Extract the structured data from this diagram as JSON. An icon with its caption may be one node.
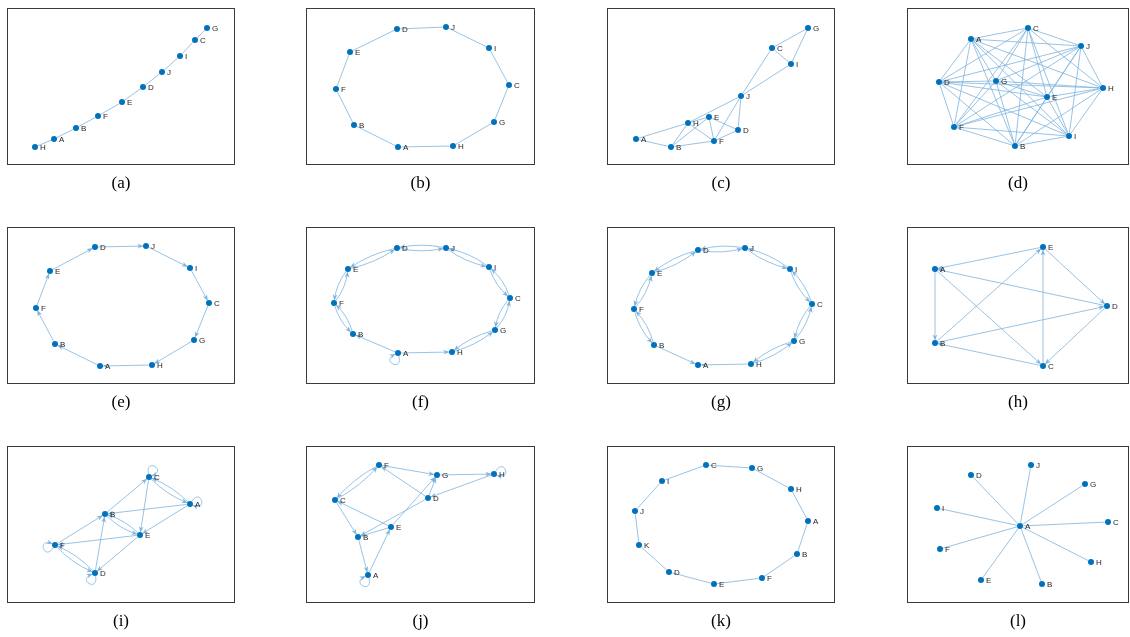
{
  "diagram": {
    "nodes": [
      {
        "text": [
          "(a)"
        ]
      },
      {
        "text": [
          "H"
        ],
        "in": 0
      },
      {
        "text": [
          "A"
        ],
        "in": 0
      },
      {
        "text": [
          "B"
        ],
        "in": 0
      },
      {
        "text": [
          "F"
        ],
        "in": 0
      },
      {
        "text": [
          "E"
        ],
        "in": 0
      },
      {
        "text": [
          "D"
        ],
        "in": 0
      },
      {
        "text": [
          "J"
        ],
        "in": 0
      },
      {
        "text": [
          "I"
        ],
        "in": 0
      },
      {
        "text": [
          "C"
        ],
        "in": 0
      },
      {
        "text": [
          "G"
        ],
        "in": 0
      },
      {
        "text": [
          "(b)"
        ]
      },
      {
        "text": [
          "D"
        ],
        "in": 11
      },
      {
        "text": [
          "J"
        ],
        "in": 11
      },
      {
        "text": [
          "I"
        ],
        "in": 11
      },
      {
        "text": [
          "C"
        ],
        "in": 11
      },
      {
        "text": [
          "G"
        ],
        "in": 11
      },
      {
        "text": [
          "H"
        ],
        "in": 11
      },
      {
        "text": [
          "A"
        ],
        "in": 11
      },
      {
        "text": [
          "B"
        ],
        "in": 11
      },
      {
        "text": [
          "F"
        ],
        "in": 11
      },
      {
        "text": [
          "E"
        ],
        "in": 11
      },
      {
        "text": [
          "(c)"
        ]
      },
      {
        "text": [
          "G"
        ],
        "in": 22
      },
      {
        "text": [
          "C"
        ],
        "in": 22
      },
      {
        "text": [
          "I"
        ],
        "in": 22
      },
      {
        "text": [
          "J"
        ],
        "in": 22
      },
      {
        "text": [
          "H"
        ],
        "in": 22
      },
      {
        "text": [
          "E"
        ],
        "in": 22
      },
      {
        "text": [
          "D"
        ],
        "in": 22
      },
      {
        "text": [
          "A"
        ],
        "in": 22
      },
      {
        "text": [
          "B"
        ],
        "in": 22
      },
      {
        "text": [
          "F"
        ],
        "in": 22
      },
      {
        "text": [
          "(d)"
        ]
      },
      {
        "text": [
          "C"
        ],
        "in": 33
      },
      {
        "text": [
          "A"
        ],
        "in": 33
      },
      {
        "text": [
          "J"
        ],
        "in": 33
      },
      {
        "text": [
          "D"
        ],
        "in": 33
      },
      {
        "text": [
          "G"
        ],
        "in": 33
      },
      {
        "text": [
          "H"
        ],
        "in": 33
      },
      {
        "text": [
          "E"
        ],
        "in": 33
      },
      {
        "text": [
          "F"
        ],
        "in": 33
      },
      {
        "text": [
          "I"
        ],
        "in": 33
      },
      {
        "text": [
          "B"
        ],
        "in": 33
      },
      {
        "text": [
          "(e)"
        ]
      },
      {
        "text": [
          "D"
        ],
        "in": 44
      },
      {
        "text": [
          "J"
        ],
        "in": 44
      },
      {
        "text": [
          "I"
        ],
        "in": 44
      },
      {
        "text": [
          "C"
        ],
        "in": 44
      },
      {
        "text": [
          "G"
        ],
        "in": 44
      },
      {
        "text": [
          "H"
        ],
        "in": 44
      },
      {
        "text": [
          "A"
        ],
        "in": 44
      },
      {
        "text": [
          "B"
        ],
        "in": 44
      },
      {
        "text": [
          "F"
        ],
        "in": 44
      },
      {
        "text": [
          "E"
        ],
        "in": 44
      },
      {
        "text": [
          "(f)"
        ]
      },
      {
        "text": [
          "D"
        ],
        "in": 55
      },
      {
        "text": [
          "J"
        ],
        "in": 55
      },
      {
        "text": [
          "I"
        ],
        "in": 55
      },
      {
        "text": [
          "C"
        ],
        "in": 55
      },
      {
        "text": [
          "G"
        ],
        "in": 55
      },
      {
        "text": [
          "H"
        ],
        "in": 55
      },
      {
        "text": [
          "A"
        ],
        "in": 55
      },
      {
        "text": [
          "B"
        ],
        "in": 55
      },
      {
        "text": [
          "F"
        ],
        "in": 55
      },
      {
        "text": [
          "E"
        ],
        "in": 55
      },
      {
        "text": [
          "(g)"
        ]
      },
      {
        "text": [
          "D"
        ],
        "in": 66
      },
      {
        "text": [
          "J"
        ],
        "in": 66
      },
      {
        "text": [
          "I"
        ],
        "in": 66
      },
      {
        "text": [
          "C"
        ],
        "in": 66
      },
      {
        "text": [
          "G"
        ],
        "in": 66
      },
      {
        "text": [
          "H"
        ],
        "in": 66
      },
      {
        "text": [
          "A"
        ],
        "in": 66
      },
      {
        "text": [
          "B"
        ],
        "in": 66
      },
      {
        "text": [
          "F"
        ],
        "in": 66
      },
      {
        "text": [
          "E"
        ],
        "in": 66
      },
      {
        "text": [
          "(h)"
        ]
      },
      {
        "text": [
          "E"
        ],
        "in": 77
      },
      {
        "text": [
          "A"
        ],
        "in": 77
      },
      {
        "text": [
          "D"
        ],
        "in": 77
      },
      {
        "text": [
          "B"
        ],
        "in": 77
      },
      {
        "text": [
          "C"
        ],
        "in": 77
      },
      {
        "text": [
          "(i)"
        ]
      },
      {
        "text": [
          "C"
        ],
        "in": 83
      },
      {
        "text": [
          "A"
        ],
        "in": 83
      },
      {
        "text": [
          "B"
        ],
        "in": 83
      },
      {
        "text": [
          "E"
        ],
        "in": 83
      },
      {
        "text": [
          "F"
        ],
        "in": 83
      },
      {
        "text": [
          "D"
        ],
        "in": 83
      },
      {
        "text": [
          "(j)"
        ]
      },
      {
        "text": [
          "F"
        ],
        "in": 90
      },
      {
        "text": [
          "G"
        ],
        "in": 90
      },
      {
        "text": [
          "H"
        ],
        "in": 90
      },
      {
        "text": [
          "C"
        ],
        "in": 90
      },
      {
        "text": [
          "D"
        ],
        "in": 90
      },
      {
        "text": [
          "E"
        ],
        "in": 90
      },
      {
        "text": [
          "B"
        ],
        "in": 90
      },
      {
        "text": [
          "A"
        ],
        "in": 90
      },
      {
        "text": [
          "(k)"
        ]
      },
      {
        "text": [
          "C"
        ],
        "in": 99
      },
      {
        "text": [
          "G"
        ],
        "in": 99
      },
      {
        "text": [
          "H"
        ],
        "in": 99
      },
      {
        "text": [
          "A"
        ],
        "in": 99
      },
      {
        "text": [
          "B"
        ],
        "in": 99
      },
      {
        "text": [
          "F"
        ],
        "in": 99
      },
      {
        "text": [
          "E"
        ],
        "in": 99
      },
      {
        "text": [
          "D"
        ],
        "in": 99
      },
      {
        "text": [
          "K"
        ],
        "in": 99
      },
      {
        "text": [
          "J"
        ],
        "in": 99
      },
      {
        "text": [
          "I"
        ],
        "in": 99
      },
      {
        "text": [
          "(l)"
        ]
      },
      {
        "text": [
          "J"
        ],
        "in": 111
      },
      {
        "text": [
          "D"
        ],
        "in": 111
      },
      {
        "text": [
          "G"
        ],
        "in": 111
      },
      {
        "text": [
          "I"
        ],
        "in": 111
      },
      {
        "text": [
          "C"
        ],
        "in": 111
      },
      {
        "text": [
          "F"
        ],
        "in": 111
      },
      {
        "text": [
          "H"
        ],
        "in": 111
      },
      {
        "text": [
          "E"
        ],
        "in": 111
      },
      {
        "text": [
          "B"
        ],
        "in": 111
      },
      {
        "text": [
          "A"
        ],
        "in": 111
      }
    ],
    "edges": [
      {
        "from": 1,
        "to": 2,
        "arrow": "none"
      },
      {
        "from": 2,
        "to": 3,
        "arrow": "none"
      },
      {
        "from": 3,
        "to": 4,
        "arrow": "none"
      },
      {
        "from": 4,
        "to": 5,
        "arrow": "none"
      },
      {
        "from": 5,
        "to": 6,
        "arrow": "none"
      },
      {
        "from": 6,
        "to": 7,
        "arrow": "none"
      },
      {
        "from": 7,
        "to": 8,
        "arrow": "none"
      },
      {
        "from": 8,
        "to": 9,
        "arrow": "none"
      },
      {
        "from": 9,
        "to": 10,
        "arrow": "none"
      },
      {
        "from": 12,
        "to": 13,
        "arrow": "none"
      },
      {
        "from": 13,
        "to": 14,
        "arrow": "none"
      },
      {
        "from": 14,
        "to": 15,
        "arrow": "none"
      },
      {
        "from": 15,
        "to": 16,
        "arrow": "none"
      },
      {
        "from": 16,
        "to": 17,
        "arrow": "none"
      },
      {
        "from": 17,
        "to": 18,
        "arrow": "none"
      },
      {
        "from": 18,
        "to": 19,
        "arrow": "none"
      },
      {
        "from": 19,
        "to": 20,
        "arrow": "none"
      },
      {
        "from": 20,
        "to": 21,
        "arrow": "none"
      },
      {
        "from": 21,
        "to": 12,
        "arrow": "none"
      },
      {
        "from": 30,
        "to": 27,
        "arrow": "none"
      },
      {
        "from": 30,
        "to": 31,
        "arrow": "none"
      },
      {
        "from": 31,
        "to": 27,
        "arrow": "none"
      },
      {
        "from": 31,
        "to": 32,
        "arrow": "none"
      },
      {
        "from": 31,
        "to": 28,
        "arrow": "none"
      },
      {
        "from": 27,
        "to": 28,
        "arrow": "none"
      },
      {
        "from": 27,
        "to": 32,
        "arrow": "none"
      },
      {
        "from": 28,
        "to": 32,
        "arrow": "none"
      },
      {
        "from": 28,
        "to": 29,
        "arrow": "none"
      },
      {
        "from": 32,
        "to": 29,
        "arrow": "none"
      },
      {
        "from": 26,
        "to": 27,
        "arrow": "none"
      },
      {
        "from": 26,
        "to": 32,
        "arrow": "none"
      },
      {
        "from": 26,
        "to": 29,
        "arrow": "none"
      },
      {
        "from": 26,
        "to": 24,
        "arrow": "none"
      },
      {
        "from": 26,
        "to": 25,
        "arrow": "none"
      },
      {
        "from": 24,
        "to": 25,
        "arrow": "none"
      },
      {
        "from": 24,
        "to": 23,
        "arrow": "none"
      },
      {
        "from": 25,
        "to": 23,
        "arrow": "none"
      },
      {
        "from": 34,
        "to": 35,
        "arrow": "none"
      },
      {
        "from": 34,
        "to": 36,
        "arrow": "none"
      },
      {
        "from": 34,
        "to": 37,
        "arrow": "none"
      },
      {
        "from": 34,
        "to": 38,
        "arrow": "none"
      },
      {
        "from": 34,
        "to": 39,
        "arrow": "none"
      },
      {
        "from": 34,
        "to": 40,
        "arrow": "none"
      },
      {
        "from": 34,
        "to": 41,
        "arrow": "none"
      },
      {
        "from": 34,
        "to": 42,
        "arrow": "none"
      },
      {
        "from": 34,
        "to": 43,
        "arrow": "none"
      },
      {
        "from": 35,
        "to": 36,
        "arrow": "none"
      },
      {
        "from": 35,
        "to": 37,
        "arrow": "none"
      },
      {
        "from": 35,
        "to": 38,
        "arrow": "none"
      },
      {
        "from": 35,
        "to": 39,
        "arrow": "none"
      },
      {
        "from": 35,
        "to": 40,
        "arrow": "none"
      },
      {
        "from": 35,
        "to": 41,
        "arrow": "none"
      },
      {
        "from": 35,
        "to": 42,
        "arrow": "none"
      },
      {
        "from": 35,
        "to": 43,
        "arrow": "none"
      },
      {
        "from": 36,
        "to": 37,
        "arrow": "none"
      },
      {
        "from": 36,
        "to": 38,
        "arrow": "none"
      },
      {
        "from": 36,
        "to": 39,
        "arrow": "none"
      },
      {
        "from": 36,
        "to": 40,
        "arrow": "none"
      },
      {
        "from": 36,
        "to": 41,
        "arrow": "none"
      },
      {
        "from": 36,
        "to": 42,
        "arrow": "none"
      },
      {
        "from": 36,
        "to": 43,
        "arrow": "none"
      },
      {
        "from": 37,
        "to": 38,
        "arrow": "none"
      },
      {
        "from": 37,
        "to": 39,
        "arrow": "none"
      },
      {
        "from": 37,
        "to": 40,
        "arrow": "none"
      },
      {
        "from": 37,
        "to": 41,
        "arrow": "none"
      },
      {
        "from": 37,
        "to": 42,
        "arrow": "none"
      },
      {
        "from": 37,
        "to": 43,
        "arrow": "none"
      },
      {
        "from": 38,
        "to": 39,
        "arrow": "none"
      },
      {
        "from": 38,
        "to": 40,
        "arrow": "none"
      },
      {
        "from": 38,
        "to": 41,
        "arrow": "none"
      },
      {
        "from": 38,
        "to": 42,
        "arrow": "none"
      },
      {
        "from": 38,
        "to": 43,
        "arrow": "none"
      },
      {
        "from": 39,
        "to": 40,
        "arrow": "none"
      },
      {
        "from": 39,
        "to": 41,
        "arrow": "none"
      },
      {
        "from": 39,
        "to": 42,
        "arrow": "none"
      },
      {
        "from": 39,
        "to": 43,
        "arrow": "none"
      },
      {
        "from": 40,
        "to": 41,
        "arrow": "none"
      },
      {
        "from": 40,
        "to": 42,
        "arrow": "none"
      },
      {
        "from": 40,
        "to": 43,
        "arrow": "none"
      },
      {
        "from": 41,
        "to": 42,
        "arrow": "none"
      },
      {
        "from": 41,
        "to": 43,
        "arrow": "none"
      },
      {
        "from": 42,
        "to": 43,
        "arrow": "none"
      },
      {
        "from": 45,
        "to": 46,
        "arrow": "to"
      },
      {
        "from": 46,
        "to": 47,
        "arrow": "to"
      },
      {
        "from": 47,
        "to": 48,
        "arrow": "to"
      },
      {
        "from": 48,
        "to": 49,
        "arrow": "to"
      },
      {
        "from": 49,
        "to": 50,
        "arrow": "to"
      },
      {
        "from": 50,
        "to": 51,
        "arrow": "to"
      },
      {
        "from": 51,
        "to": 52,
        "arrow": "to"
      },
      {
        "from": 52,
        "to": 53,
        "arrow": "to"
      },
      {
        "from": 53,
        "to": 54,
        "arrow": "to"
      },
      {
        "from": 54,
        "to": 45,
        "arrow": "to"
      },
      {
        "from": 56,
        "to": 57,
        "arrow": "to"
      },
      {
        "from": 57,
        "to": 56,
        "arrow": "to"
      },
      {
        "from": 57,
        "to": 58,
        "arrow": "to"
      },
      {
        "from": 58,
        "to": 57,
        "arrow": "to"
      },
      {
        "from": 58,
        "to": 59,
        "arrow": "to"
      },
      {
        "from": 59,
        "to": 58,
        "arrow": "to"
      },
      {
        "from": 59,
        "to": 60,
        "arrow": "to"
      },
      {
        "from": 60,
        "to": 59,
        "arrow": "to"
      },
      {
        "from": 60,
        "to": 61,
        "arrow": "to"
      },
      {
        "from": 61,
        "to": 60,
        "arrow": "to"
      },
      {
        "from": 65,
        "to": 56,
        "arrow": "to"
      },
      {
        "from": 56,
        "to": 65,
        "arrow": "to"
      },
      {
        "from": 64,
        "to": 65,
        "arrow": "to"
      },
      {
        "from": 65,
        "to": 64,
        "arrow": "to"
      },
      {
        "from": 63,
        "to": 64,
        "arrow": "to"
      },
      {
        "from": 64,
        "to": 63,
        "arrow": "to"
      },
      {
        "from": 62,
        "to": 61,
        "arrow": "to"
      },
      {
        "from": 62,
        "to": 63,
        "arrow": "to"
      },
      {
        "from": 62,
        "to": 62,
        "arrow": "to"
      },
      {
        "from": 67,
        "to": 68,
        "arrow": "to"
      },
      {
        "from": 68,
        "to": 67,
        "arrow": "to"
      },
      {
        "from": 68,
        "to": 69,
        "arrow": "to"
      },
      {
        "from": 69,
        "to": 68,
        "arrow": "to"
      },
      {
        "from": 69,
        "to": 70,
        "arrow": "to"
      },
      {
        "from": 70,
        "to": 69,
        "arrow": "to"
      },
      {
        "from": 70,
        "to": 71,
        "arrow": "to"
      },
      {
        "from": 71,
        "to": 70,
        "arrow": "to"
      },
      {
        "from": 71,
        "to": 72,
        "arrow": "to"
      },
      {
        "from": 72,
        "to": 71,
        "arrow": "to"
      },
      {
        "from": 76,
        "to": 67,
        "arrow": "to"
      },
      {
        "from": 67,
        "to": 76,
        "arrow": "to"
      },
      {
        "from": 75,
        "to": 76,
        "arrow": "to"
      },
      {
        "from": 76,
        "to": 75,
        "arrow": "to"
      },
      {
        "from": 75,
        "to": 74,
        "arrow": "to"
      },
      {
        "from": 74,
        "to": 75,
        "arrow": "to"
      },
      {
        "from": 72,
        "to": 73,
        "arrow": "to"
      },
      {
        "from": 74,
        "to": 73,
        "arrow": "to"
      },
      {
        "from": 78,
        "to": 79,
        "arrow": "to"
      },
      {
        "from": 78,
        "to": 80,
        "arrow": "to"
      },
      {
        "from": 80,
        "to": 79,
        "arrow": "to"
      },
      {
        "from": 79,
        "to": 81,
        "arrow": "to"
      },
      {
        "from": 79,
        "to": 82,
        "arrow": "to"
      },
      {
        "from": 81,
        "to": 78,
        "arrow": "to"
      },
      {
        "from": 81,
        "to": 80,
        "arrow": "to"
      },
      {
        "from": 82,
        "to": 81,
        "arrow": "to"
      },
      {
        "from": 82,
        "to": 78,
        "arrow": "to"
      },
      {
        "from": 80,
        "to": 82,
        "arrow": "to"
      },
      {
        "from": 84,
        "to": 84,
        "arrow": "to"
      },
      {
        "from": 85,
        "to": 85,
        "arrow": "to"
      },
      {
        "from": 88,
        "to": 88,
        "arrow": "to"
      },
      {
        "from": 89,
        "to": 89,
        "arrow": "to"
      },
      {
        "from": 86,
        "to": 84,
        "arrow": "to"
      },
      {
        "from": 84,
        "to": 85,
        "arrow": "to"
      },
      {
        "from": 85,
        "to": 84,
        "arrow": "to"
      },
      {
        "from": 84,
        "to": 87,
        "arrow": "to"
      },
      {
        "from": 85,
        "to": 86,
        "arrow": "to"
      },
      {
        "from": 87,
        "to": 86,
        "arrow": "to"
      },
      {
        "from": 86,
        "to": 87,
        "arrow": "to"
      },
      {
        "from": 85,
        "to": 87,
        "arrow": "to"
      },
      {
        "from": 88,
        "to": 86,
        "arrow": "to"
      },
      {
        "from": 87,
        "to": 88,
        "arrow": "to"
      },
      {
        "from": 89,
        "to": 86,
        "arrow": "to"
      },
      {
        "from": 87,
        "to": 89,
        "arrow": "to"
      },
      {
        "from": 88,
        "to": 89,
        "arrow": "to"
      },
      {
        "from": 89,
        "to": 88,
        "arrow": "to"
      },
      {
        "from": 91,
        "to": 92,
        "arrow": "to"
      },
      {
        "from": 92,
        "to": 93,
        "arrow": "to"
      },
      {
        "from": 93,
        "to": 95,
        "arrow": "to"
      },
      {
        "from": 95,
        "to": 91,
        "arrow": "to"
      },
      {
        "from": 91,
        "to": 94,
        "arrow": "to"
      },
      {
        "from": 94,
        "to": 91,
        "arrow": "to"
      },
      {
        "from": 94,
        "to": 97,
        "arrow": "to"
      },
      {
        "from": 96,
        "to": 94,
        "arrow": "to"
      },
      {
        "from": 97,
        "to": 98,
        "arrow": "to"
      },
      {
        "from": 98,
        "to": 96,
        "arrow": "to"
      },
      {
        "from": 95,
        "to": 97,
        "arrow": "to"
      },
      {
        "from": 96,
        "to": 92,
        "arrow": "to"
      },
      {
        "from": 95,
        "to": 92,
        "arrow": "to"
      },
      {
        "from": 96,
        "to": 97,
        "arrow": "to"
      },
      {
        "from": 93,
        "to": 93,
        "arrow": "to"
      },
      {
        "from": 98,
        "to": 98,
        "arrow": "to"
      },
      {
        "from": 100,
        "to": 101,
        "arrow": "none"
      },
      {
        "from": 101,
        "to": 102,
        "arrow": "none"
      },
      {
        "from": 102,
        "to": 103,
        "arrow": "none"
      },
      {
        "from": 103,
        "to": 104,
        "arrow": "none"
      },
      {
        "from": 104,
        "to": 105,
        "arrow": "none"
      },
      {
        "from": 105,
        "to": 106,
        "arrow": "none"
      },
      {
        "from": 106,
        "to": 107,
        "arrow": "none"
      },
      {
        "from": 107,
        "to": 108,
        "arrow": "none"
      },
      {
        "from": 108,
        "to": 109,
        "arrow": "none"
      },
      {
        "from": 109,
        "to": 110,
        "arrow": "none"
      },
      {
        "from": 110,
        "to": 100,
        "arrow": "none"
      },
      {
        "from": 121,
        "to": 112,
        "arrow": "none"
      },
      {
        "from": 121,
        "to": 113,
        "arrow": "none"
      },
      {
        "from": 121,
        "to": 114,
        "arrow": "none"
      },
      {
        "from": 121,
        "to": 115,
        "arrow": "none"
      },
      {
        "from": 121,
        "to": 116,
        "arrow": "none"
      },
      {
        "from": 121,
        "to": 117,
        "arrow": "none"
      },
      {
        "from": 121,
        "to": 118,
        "arrow": "none"
      },
      {
        "from": 121,
        "to": 119,
        "arrow": "none"
      },
      {
        "from": 121,
        "to": 120,
        "arrow": "none"
      }
    ]
  }
}
